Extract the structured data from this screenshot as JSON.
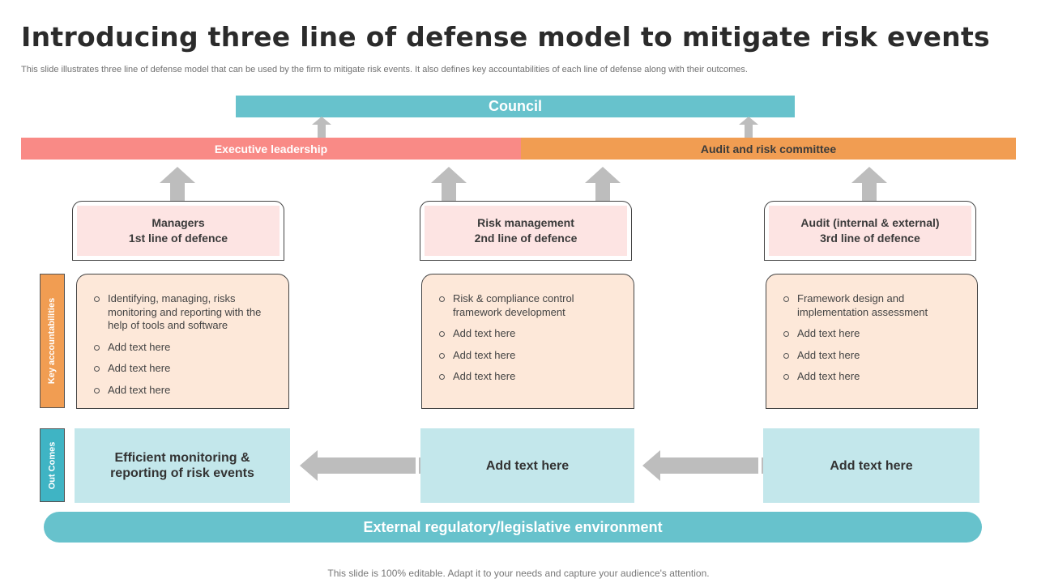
{
  "title": "Introducing three line of defense model to mitigate risk events",
  "subtitle": "This slide illustrates three line of defense model that can be used by the firm to  mitigate risk events. It also defines key accountabilities of each line of defense along with their outcomes.",
  "bars": {
    "council": "Council",
    "executive": "Executive leadership",
    "audit_committee": "Audit and risk committee",
    "external": "External regulatory/legislative environment"
  },
  "side_labels": {
    "key": "Key accountabilities",
    "outcomes": "Out Comes"
  },
  "roles": [
    {
      "line1": "Managers",
      "line2": "1st line of defence"
    },
    {
      "line1": "Risk management",
      "line2": "2nd line of defence"
    },
    {
      "line1": "Audit (internal & external)",
      "line2": "3rd line of defence"
    }
  ],
  "accountabilities": [
    [
      "Identifying, managing, risks monitoring and reporting with the help of tools and software",
      "Add text here",
      "Add text here",
      "Add text here"
    ],
    [
      "Risk & compliance control framework development",
      "Add text here",
      "Add text here",
      "Add text here"
    ],
    [
      "Framework design and implementation assessment",
      "Add text here",
      "Add text here",
      "Add text here"
    ]
  ],
  "outcomes": [
    "Efficient monitoring & reporting of risk events",
    "Add text here",
    "Add text here"
  ],
  "footer": "This slide is 100% editable. Adapt it to your needs and capture your audience's attention.",
  "colors": {
    "teal": "#67c2cc",
    "salmon": "#f98a86",
    "orange": "#f19d52",
    "pink_fill": "#fde4e3",
    "peach_fill": "#fde8d9",
    "light_teal_fill": "#c3e7eb",
    "arrow_gray": "#bdbdbd"
  }
}
